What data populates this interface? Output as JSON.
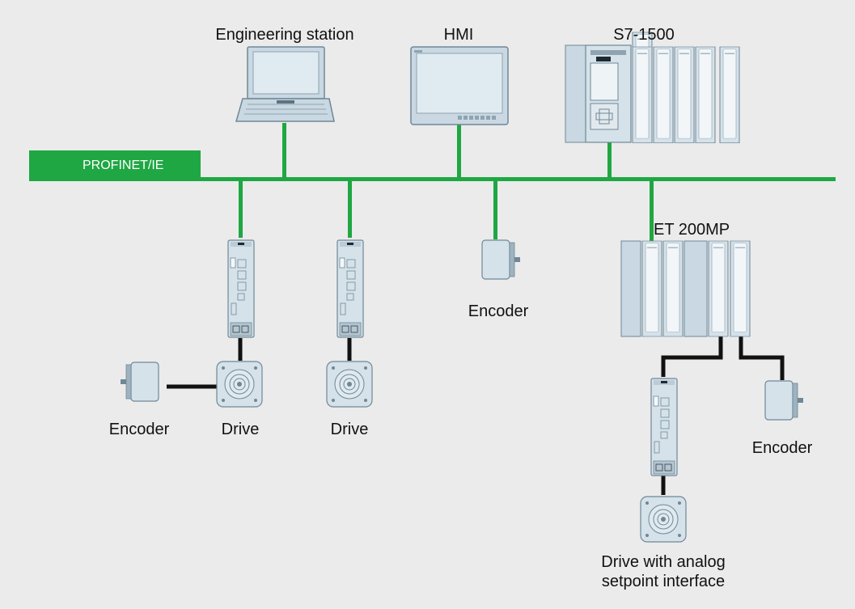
{
  "network": {
    "bus_label": "PROFINET/IE",
    "bus_color": "#1fa743",
    "cable_color": "#111111",
    "device_fill": "#c9d8e2",
    "device_stroke": "#6f8796"
  },
  "devices": {
    "engineering_station": "Engineering station",
    "hmi": "HMI",
    "plc": "S7-1500",
    "io": "ET 200MP",
    "encoder_bus": "Encoder",
    "encoder_left": "Encoder",
    "drive_1": "Drive",
    "drive_2": "Drive",
    "encoder_right": "Encoder",
    "drive_analog_line1": "Drive with analog",
    "drive_analog_line2": "setpoint interface"
  }
}
